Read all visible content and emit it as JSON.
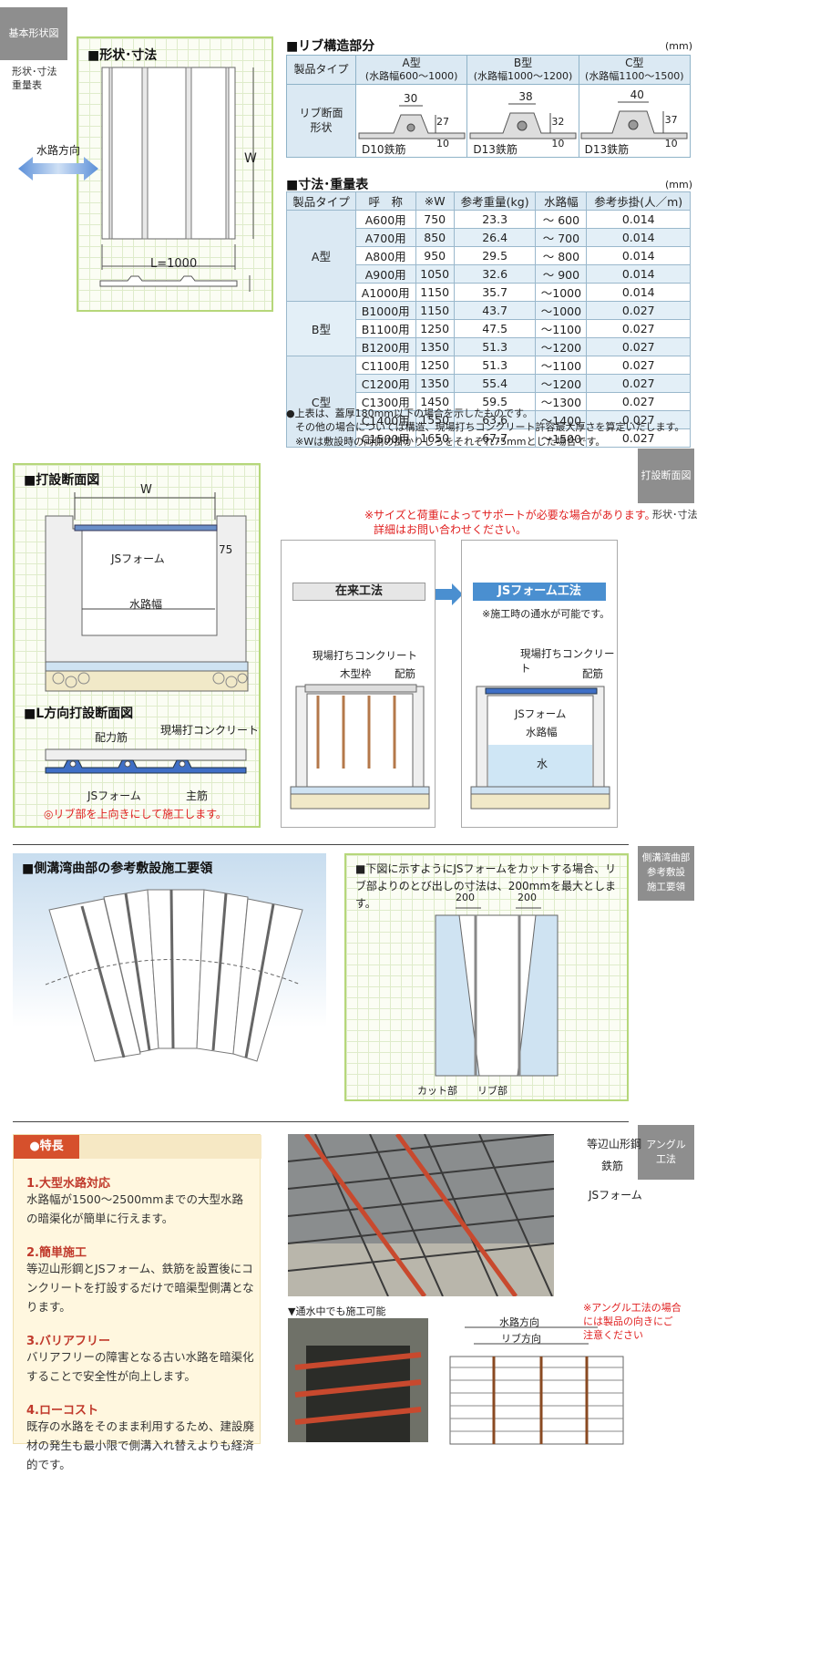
{
  "tabs": {
    "basic": "基本形状図",
    "install": "打設断面図",
    "curve": "側溝湾曲部\n参考敷設\n施工要領",
    "angle": "アングル\n工法"
  },
  "sublabels": {
    "basic": "形状･寸法\n重量表",
    "install": "形状･寸法"
  },
  "shape": {
    "title": "■形状･寸法",
    "flow": "水路方向",
    "w": "W",
    "l": "L=1000"
  },
  "rib": {
    "title": "■リブ構造部分",
    "unit": "(mm)",
    "type_label": "製品タイプ",
    "section_label": "リブ断面\n形状",
    "cols": [
      {
        "name": "A型",
        "range": "(水路幅600〜1000)",
        "top": "30",
        "h": "27",
        "bottom": "10",
        "bar": "D10鉄筋"
      },
      {
        "name": "B型",
        "range": "(水路幅1000〜1200)",
        "top": "38",
        "h": "32",
        "bottom": "10",
        "bar": "D13鉄筋"
      },
      {
        "name": "C型",
        "range": "(水路幅1100〜1500)",
        "top": "40",
        "h": "37",
        "bottom": "10",
        "bar": "D13鉄筋"
      }
    ]
  },
  "weight": {
    "title": "■寸法･重量表",
    "unit": "(mm)",
    "headers": [
      "製品タイプ",
      "呼　称",
      "※W",
      "参考重量(kg)",
      "水路幅",
      "参考歩掛(人／m)"
    ],
    "groups": [
      {
        "type": "A型",
        "rows": [
          [
            "A600用",
            "750",
            "23.3",
            "〜 600",
            "0.014"
          ],
          [
            "A700用",
            "850",
            "26.4",
            "〜 700",
            "0.014"
          ],
          [
            "A800用",
            "950",
            "29.5",
            "〜 800",
            "0.014"
          ],
          [
            "A900用",
            "1050",
            "32.6",
            "〜 900",
            "0.014"
          ],
          [
            "A1000用",
            "1150",
            "35.7",
            "〜1000",
            "0.014"
          ]
        ]
      },
      {
        "type": "B型",
        "rows": [
          [
            "B1000用",
            "1150",
            "43.7",
            "〜1000",
            "0.027"
          ],
          [
            "B1100用",
            "1250",
            "47.5",
            "〜1100",
            "0.027"
          ],
          [
            "B1200用",
            "1350",
            "51.3",
            "〜1200",
            "0.027"
          ]
        ]
      },
      {
        "type": "C型",
        "rows": [
          [
            "C1100用",
            "1250",
            "51.3",
            "〜1100",
            "0.027"
          ],
          [
            "C1200用",
            "1350",
            "55.4",
            "〜1200",
            "0.027"
          ],
          [
            "C1300用",
            "1450",
            "59.5",
            "〜1300",
            "0.027"
          ],
          [
            "C1400用",
            "1550",
            "63.6",
            "〜1400",
            "0.027"
          ],
          [
            "C1500用",
            "1650",
            "67.7",
            "〜1500",
            "0.027"
          ]
        ]
      }
    ],
    "notes": [
      "●上表は、蓋厚180mm以下の場合を示したものです。",
      "その他の場合については構造、現場打ちコンクリート許容最大厚さを算定いたします。",
      "※Wは敷設時の両側の掛かりしろをそれぞれ75mmとした場合です。"
    ]
  },
  "install": {
    "title": "■打設断面図",
    "w": "W",
    "js": "JSフォーム",
    "d75": "75",
    "width": "水路幅",
    "ltitle": "■L方向打設断面図",
    "rebar": "配力筋",
    "concrete": "現場打コンクリート",
    "jsform": "JSフォーム",
    "main": "主筋",
    "note": "◎リブ部を上向きにして施工します。"
  },
  "support": {
    "line1": "※サイズと荷重によってサポートが必要な場合があります。",
    "line2": "詳細はお問い合わせください。"
  },
  "compare": {
    "old": "在来工法",
    "new": "JSフォーム工法",
    "new_note": "※施工時の通水が可能です。",
    "old_labels": [
      "現場打ちコンクリート",
      "木型枠",
      "配筋"
    ],
    "new_labels": [
      "現場打ちコンクリート",
      "配筋",
      "JSフォーム",
      "水路幅",
      "水"
    ]
  },
  "curve": {
    "title": "■側溝湾曲部の参考敷設施工要領",
    "note": "■下図に示すようにJSフォームをカットする場合、リブ部よりのとび出しの寸法は、200mmを最大とします。",
    "d1": "200",
    "d2": "200",
    "cut": "カット部",
    "rib": "リブ部"
  },
  "feature": {
    "title": "●特長",
    "items": [
      {
        "t": "1.大型水路対応",
        "d": "水路幅が1500〜2500mmまでの大型水路の暗渠化が簡単に行えます。"
      },
      {
        "t": "2.簡単施工",
        "d": "等辺山形鋼とJSフォーム、鉄筋を設置後にコンクリートを打設するだけで暗渠型側溝となります。"
      },
      {
        "t": "3.バリアフリー",
        "d": "バリアフリーの障害となる古い水路を暗渠化することで安全性が向上します。"
      },
      {
        "t": "4.ローコスト",
        "d": "既存の水路をそのまま利用するため、建設廃材の発生も最小限で側溝入れ替えよりも経済的です。"
      }
    ]
  },
  "photo": {
    "labels": [
      "等辺山形鋼",
      "鉄筋",
      "JSフォーム"
    ],
    "caption": "▼通水中でも施工可能"
  },
  "angle": {
    "flow": "水路方向",
    "rib": "リブ方向",
    "note": "※アングル工法の場合\nには製品の向きにご\n注意ください"
  },
  "colors": {
    "grid_border": "#b6d77a",
    "header_bg": "#dbe9f3",
    "accent": "#e02020",
    "blue": "#4a8fd0"
  }
}
